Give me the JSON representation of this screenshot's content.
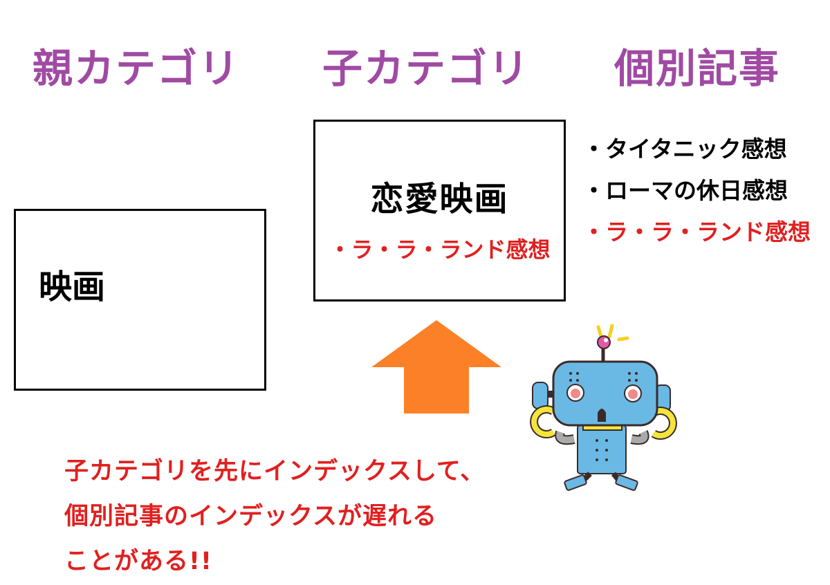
{
  "headings": {
    "parent": "親カテゴリ",
    "child": "子カテゴリ",
    "article": "個別記事"
  },
  "parent_box": {
    "label": "映画"
  },
  "child_box": {
    "label": "恋愛映画",
    "article": "・ラ・ラ・ランド感想"
  },
  "articles": [
    {
      "text": "・タイタニック感想",
      "highlight": false
    },
    {
      "text": "・ローマの休日感想",
      "highlight": false
    },
    {
      "text": "・ラ・ラ・ランド感想",
      "highlight": true
    }
  ],
  "note": {
    "lines": [
      "子カテゴリを先にインデックスして、",
      "個別記事のインデックスが遅れる",
      "ことがある!!"
    ]
  },
  "icons": {
    "arrow": "up-arrow-icon",
    "mascot": "robot-mascot-icon"
  },
  "colors": {
    "heading": "#a04aa3",
    "highlight": "#e02020",
    "arrow": "#fc8027",
    "robot_body": "#6ab8e4",
    "robot_accent": "#f5e43a"
  }
}
